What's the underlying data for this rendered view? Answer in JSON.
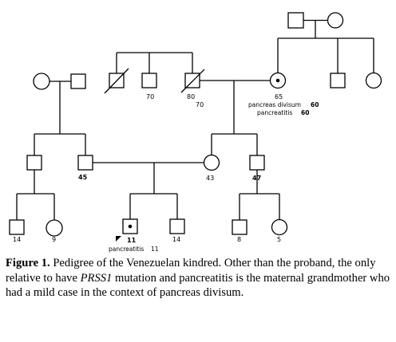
{
  "caption": {
    "label": "Figure 1.",
    "text_a": " Pedigree of the Venezuelan kindred. Other than the proband, the only relative to have ",
    "gene": "PRSS1",
    "text_b": " mutation and pancreatitis is the maternal grandmother who had a mild case in the context of pancreas divisum."
  },
  "labels": {
    "gen2_male_70": "70",
    "gen2_deceased_80": "80",
    "gen2_deceased_70": "70",
    "grandmother_age": "65",
    "grandmother_note1_text": "pancreas divisum",
    "grandmother_note1_age": "60",
    "grandmother_note2_text": "pancreatitis",
    "grandmother_note2_age": "60",
    "father_age": "45",
    "mother_age": "43",
    "uncle_age": "47",
    "cousin_a_age": "14",
    "cousin_b_age": "9",
    "proband_age": "11",
    "proband_note_text": "pancreatitis",
    "proband_note_age": "11",
    "brother_age": "14",
    "cousin_c_age": "8",
    "cousin_d_age": "5"
  }
}
